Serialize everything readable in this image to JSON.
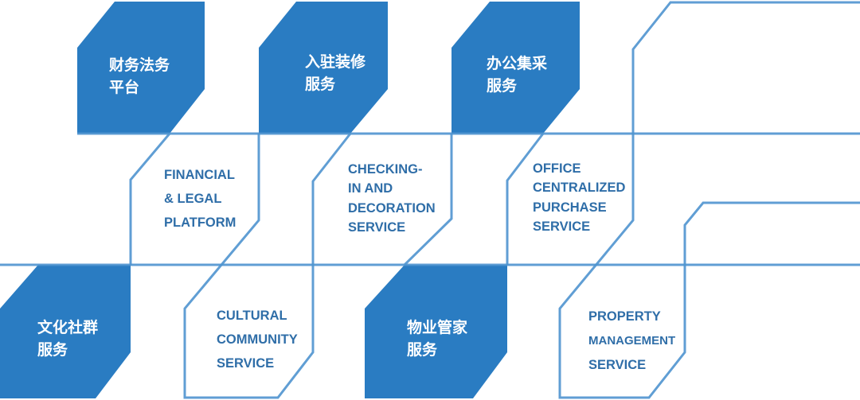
{
  "colors": {
    "box_fill": "#2a7cc2",
    "line": "#4f93cf",
    "english_text": "#2f6ea8"
  },
  "services": [
    {
      "cn": [
        "财务法务",
        "平台"
      ],
      "en": [
        "FINANCIAL",
        "& LEGAL",
        "PLATFORM"
      ]
    },
    {
      "cn": [
        "入驻装修",
        "服务"
      ],
      "en": [
        "CHECKING-",
        "IN AND",
        "DECORATION",
        "SERVICE"
      ]
    },
    {
      "cn": [
        "办公集采",
        "服务"
      ],
      "en": [
        "OFFICE",
        "CENTRALIZED",
        "PURCHASE",
        "SERVICE"
      ]
    },
    {
      "cn": [
        "文化社群",
        "服务"
      ],
      "en": [
        "CULTURAL",
        "COMMUNITY",
        "SERVICE"
      ]
    },
    {
      "cn": [
        "物业管家",
        "服务"
      ],
      "en": [
        "PROPERTY",
        "MANAGEMENT",
        "SERVICE"
      ]
    }
  ]
}
